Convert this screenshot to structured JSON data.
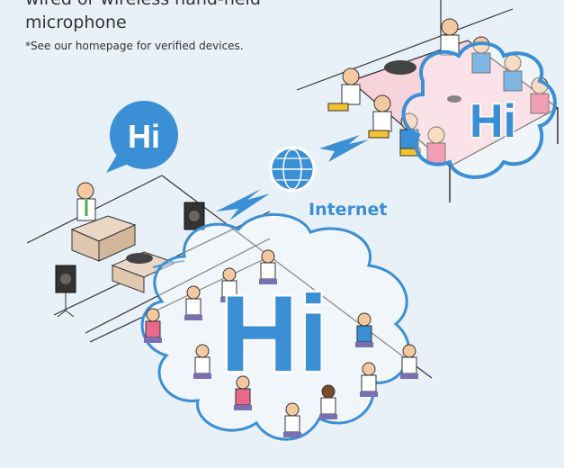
{
  "heading": {
    "line1": "wired or wireless hand-held",
    "line2": "microphone"
  },
  "note": "*See our homepage for verified devices.",
  "internet_label": "Internet",
  "speech": {
    "presenter": "Hi",
    "remote_room": "Hi",
    "audience": "Hi"
  },
  "colors": {
    "background": "#e8f0f8",
    "accent_blue": "#3b8fd4",
    "table_pink": "#f7d3dc",
    "cloud_fill": "#ffffff",
    "chair_purple": "#7b6fb3",
    "chair_yellow": "#f2c230"
  }
}
